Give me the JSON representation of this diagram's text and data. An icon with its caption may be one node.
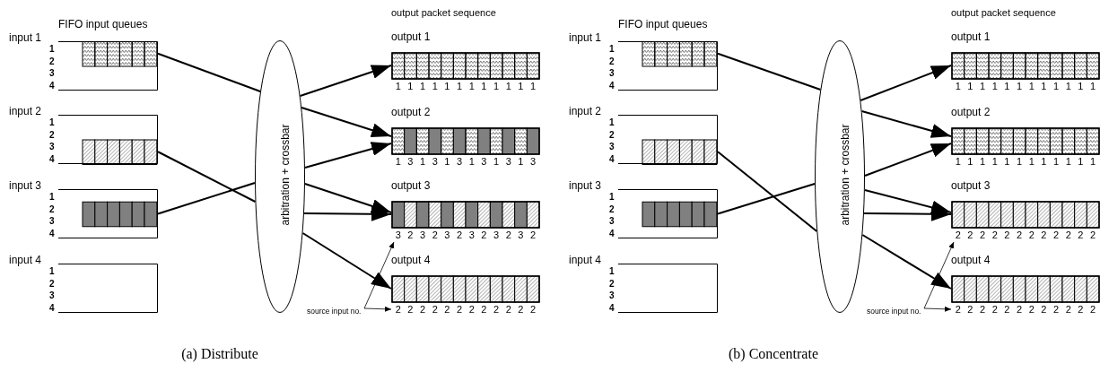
{
  "diagram": {
    "nodes": [
      {
        "text": [
          "input 1",
          "1",
          "2",
          "3",
          "4"
        ]
      },
      {
        "text": [
          "input 2",
          "1",
          "2",
          "3",
          "4"
        ]
      },
      {
        "text": [
          "input 3",
          "1",
          "2",
          "3",
          "4"
        ]
      },
      {
        "text": [
          "input 4",
          "1",
          "2",
          "3",
          "4"
        ]
      },
      {
        "text": [
          "arbitration + crossbar"
        ]
      },
      {
        "text": [
          "output 1"
        ],
        "beside": [
          "1",
          "1",
          "1",
          "1",
          "1",
          "1",
          "1",
          "1",
          "1",
          "1",
          "1",
          "1"
        ]
      },
      {
        "text": [
          "output 2"
        ],
        "beside": [
          "1",
          "3",
          "1",
          "3",
          "1",
          "3",
          "1",
          "3",
          "1",
          "3",
          "1",
          "3"
        ]
      },
      {
        "text": [
          "output 3"
        ],
        "beside": [
          "3",
          "2",
          "3",
          "2",
          "3",
          "2",
          "3",
          "2",
          "3",
          "2",
          "3",
          "2"
        ]
      },
      {
        "text": [
          "output 4"
        ],
        "beside": [
          "2",
          "2",
          "2",
          "2",
          "2",
          "2",
          "2",
          "2",
          "2",
          "2",
          "2",
          "2"
        ]
      },
      {
        "text": [
          "source input no."
        ]
      },
      {
        "text": [
          "input 1",
          "1",
          "2",
          "3",
          "4"
        ]
      },
      {
        "text": [
          "input 2",
          "1",
          "2",
          "3",
          "4"
        ]
      },
      {
        "text": [
          "input 3",
          "1",
          "2",
          "3",
          "4"
        ]
      },
      {
        "text": [
          "input 4",
          "1",
          "2",
          "3",
          "4"
        ]
      },
      {
        "text": [
          "arbitration + crossbar"
        ]
      },
      {
        "text": [
          "output 1"
        ],
        "beside": [
          "1",
          "1",
          "1",
          "1",
          "1",
          "1",
          "1",
          "1",
          "1",
          "1",
          "1",
          "1"
        ]
      },
      {
        "text": [
          "output 2"
        ],
        "beside": [
          "1",
          "1",
          "1",
          "1",
          "1",
          "1",
          "1",
          "1",
          "1",
          "1",
          "1",
          "1"
        ]
      },
      {
        "text": [
          "output 3"
        ],
        "beside": [
          "2",
          "2",
          "2",
          "2",
          "2",
          "2",
          "2",
          "2",
          "2",
          "2",
          "2",
          "2"
        ]
      },
      {
        "text": [
          "output 4"
        ],
        "beside": [
          "2",
          "2",
          "2",
          "2",
          "2",
          "2",
          "2",
          "2",
          "2",
          "2",
          "2",
          "2"
        ]
      },
      {
        "text": [
          "source input no."
        ]
      }
    ],
    "edges": [
      {
        "from": 0,
        "to": 4,
        "arrow": "none"
      },
      {
        "from": 1,
        "to": 4,
        "arrow": "none"
      },
      {
        "from": 2,
        "to": 4,
        "arrow": "none"
      },
      {
        "from": 4,
        "to": 5,
        "arrow": "to"
      },
      {
        "from": 4,
        "to": 6,
        "arrow": "to"
      },
      {
        "from": 4,
        "to": 6,
        "arrow": "to"
      },
      {
        "from": 4,
        "to": 7,
        "arrow": "to"
      },
      {
        "from": 4,
        "to": 7,
        "arrow": "to"
      },
      {
        "from": 4,
        "to": 8,
        "arrow": "to"
      },
      {
        "from": 9,
        "to": 7,
        "arrow": "to"
      },
      {
        "from": 9,
        "to": 8,
        "arrow": "to"
      },
      {
        "from": 10,
        "to": 14,
        "arrow": "none"
      },
      {
        "from": 11,
        "to": 14,
        "arrow": "none"
      },
      {
        "from": 12,
        "to": 14,
        "arrow": "none"
      },
      {
        "from": 14,
        "to": 15,
        "arrow": "to"
      },
      {
        "from": 14,
        "to": 16,
        "arrow": "to"
      },
      {
        "from": 14,
        "to": 16,
        "arrow": "to"
      },
      {
        "from": 14,
        "to": 17,
        "arrow": "to"
      },
      {
        "from": 14,
        "to": 17,
        "arrow": "to"
      },
      {
        "from": 14,
        "to": 18,
        "arrow": "to"
      },
      {
        "from": 19,
        "to": 17,
        "arrow": "to"
      },
      {
        "from": 19,
        "to": 18,
        "arrow": "to"
      }
    ],
    "labels": [
      "FIFO input queues",
      "output packet sequence",
      "(a) Distribute",
      "FIFO input queues",
      "output packet sequence",
      "(b) Concentrate"
    ]
  }
}
